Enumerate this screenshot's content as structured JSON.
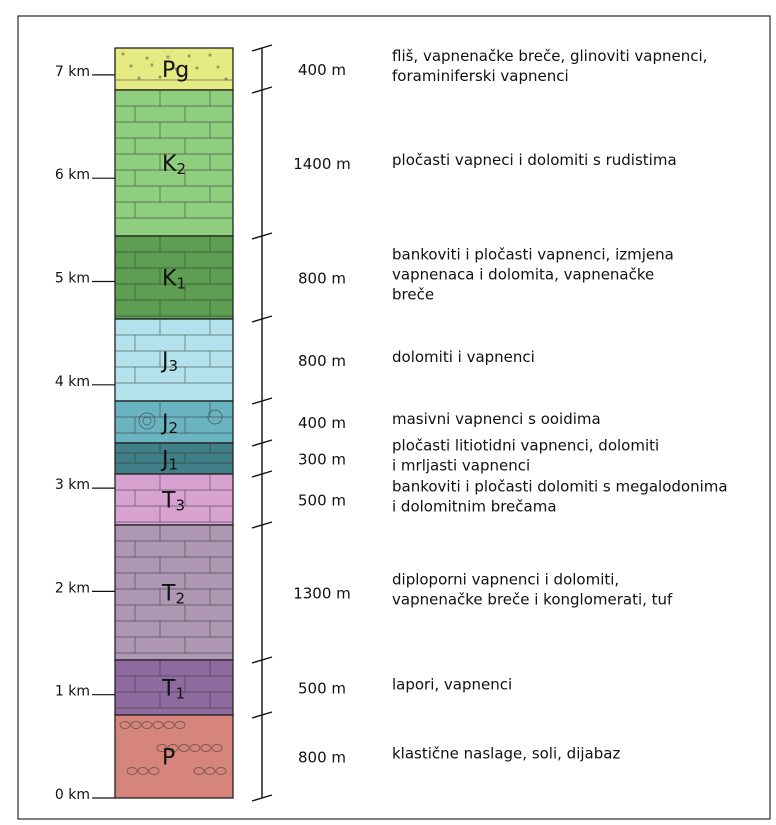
{
  "depth_axis": [
    {
      "label": "7 km",
      "km": 7
    },
    {
      "label": "6 km",
      "km": 6
    },
    {
      "label": "5 km",
      "km": 5
    },
    {
      "label": "4 km",
      "km": 4
    },
    {
      "label": "3 km",
      "km": 3
    },
    {
      "label": "2 km",
      "km": 2
    },
    {
      "label": "1 km",
      "km": 1
    },
    {
      "label": "0 km",
      "km": 0
    }
  ],
  "units": [
    {
      "name": "Pg",
      "sub": "",
      "color": "#e6ea82",
      "thickness": "400 m",
      "thickness_m": 400,
      "description": [
        "fliš, vapnenačke breče, glinoviti vapnenci,",
        "foraminiferski vapnenci"
      ]
    },
    {
      "name": "K",
      "sub": "2",
      "color": "#8fcd7f",
      "thickness": "1400 m",
      "thickness_m": 1400,
      "description": [
        "pločasti vapneci i dolomiti s rudistima"
      ]
    },
    {
      "name": "K",
      "sub": "1",
      "color": "#5e9e52",
      "thickness": "800 m",
      "thickness_m": 800,
      "description": [
        "bankoviti i pločasti vapnenci, izmjena",
        "vapnenaca i dolomita, vapnenačke",
        "breče"
      ]
    },
    {
      "name": "J",
      "sub": "3",
      "color": "#b3e2ec",
      "thickness": "800 m",
      "thickness_m": 800,
      "description": [
        "dolomiti i vapnenci"
      ]
    },
    {
      "name": "J",
      "sub": "2",
      "color": "#6ab3c1",
      "thickness": "400 m",
      "thickness_m": 400,
      "description": [
        "masivni vapnenci s ooidima"
      ]
    },
    {
      "name": "J",
      "sub": "1",
      "color": "#3f7f87",
      "thickness": "300 m",
      "thickness_m": 300,
      "description": [
        "pločasti litiotidni vapnenci, dolomiti",
        "i mrljasti vapnenci"
      ]
    },
    {
      "name": "T",
      "sub": "3",
      "color": "#d8a2d0",
      "thickness": "500 m",
      "thickness_m": 500,
      "description": [
        "bankoviti i pločasti dolomiti s megalodonima",
        "i dolomitnim brečama"
      ]
    },
    {
      "name": "T",
      "sub": "2",
      "color": "#ad97b2",
      "thickness": "1300 m",
      "thickness_m": 1300,
      "description": [
        "diploporni vapnenci i dolomiti,",
        "vapnenačke breče i konglomerati, tuf"
      ]
    },
    {
      "name": "T",
      "sub": "1",
      "color": "#8f6aa0",
      "thickness": "500 m",
      "thickness_m": 500,
      "description": [
        "lapori, vapnenci"
      ]
    },
    {
      "name": "P",
      "sub": "",
      "color": "#d6857c",
      "thickness": "800 m",
      "thickness_m": 800,
      "description": [
        "klastične naslage, soli, dijabaz"
      ]
    }
  ]
}
